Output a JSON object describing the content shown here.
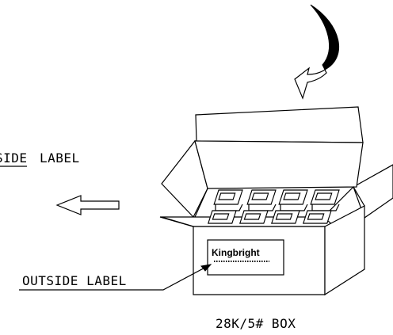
{
  "diagram": {
    "inside_label": {
      "underlined": "SIDE",
      "rest": "LABEL"
    },
    "outside_label": "OUTSIDE LABEL",
    "box_caption": "28K/5# BOX",
    "brand": "Kingbright"
  }
}
